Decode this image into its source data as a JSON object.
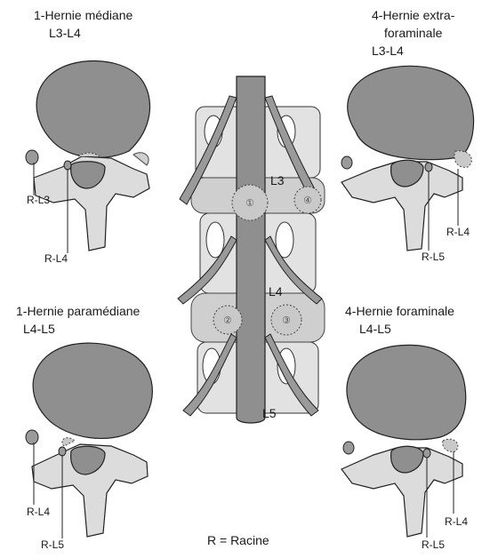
{
  "panels": {
    "top_left": {
      "title_line1": "1-Hernie médiane",
      "title_line2": "L3-L4",
      "label_a": "R-L3",
      "label_b": "R-L4"
    },
    "top_right": {
      "title_line1": "4-Hernie extra-",
      "title_line2": "foraminale",
      "title_line3": "L3-L4",
      "label_a": "R-L5",
      "label_b": "R-L4"
    },
    "bottom_left": {
      "title_line1": "1-Hernie paramédiane",
      "title_line2": "L4-L5",
      "label_a": "R-L4",
      "label_b": "R-L5"
    },
    "bottom_right": {
      "title_line1": "4-Hernie foraminale",
      "title_line2": "L4-L5",
      "label_a": "R-L5",
      "label_b": "R-L4"
    }
  },
  "center": {
    "level_labels": [
      "L3",
      "L4",
      "L5"
    ],
    "hernia_markers": [
      "①",
      "②",
      "③",
      "④"
    ]
  },
  "legend": "R = Racine"
}
